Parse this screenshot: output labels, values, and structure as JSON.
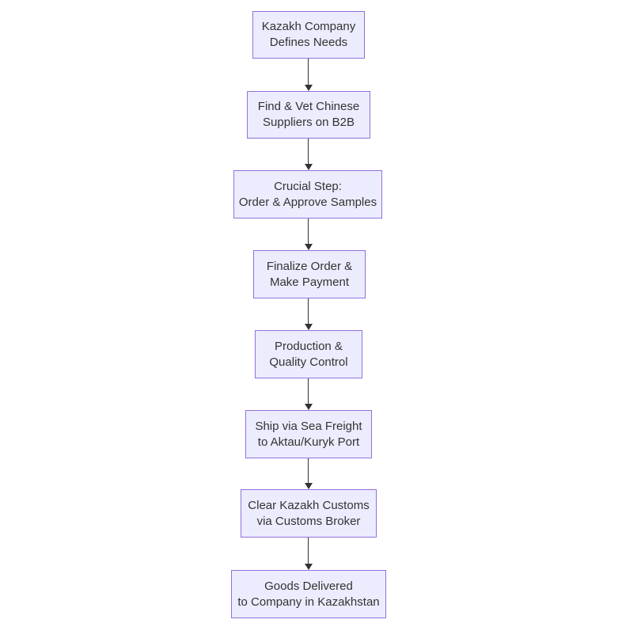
{
  "diagram": {
    "type": "flowchart",
    "direction": "top-down",
    "background_color": "#ffffff",
    "node_style": {
      "fill_color": "#ECECFF",
      "border_color": "#9370DB",
      "text_color": "#333333"
    },
    "edge_style": {
      "line_color": "#333333",
      "arrowhead": "filled-triangle-down"
    },
    "nodes": [
      {
        "lines": [
          "Kazakh Company",
          "Defines Needs"
        ]
      },
      {
        "lines": [
          "Find & Vet Chinese",
          "Suppliers on B2B"
        ]
      },
      {
        "lines": [
          "Crucial Step:",
          "Order & Approve Samples"
        ]
      },
      {
        "lines": [
          "Finalize Order &",
          "Make Payment"
        ]
      },
      {
        "lines": [
          "Production &",
          "Quality Control"
        ]
      },
      {
        "lines": [
          "Ship via Sea Freight",
          "to Aktau/Kuryk Port"
        ]
      },
      {
        "lines": [
          "Clear Kazakh Customs",
          "via Customs Broker"
        ]
      },
      {
        "lines": [
          "Goods Delivered",
          "to Company in Kazakhstan"
        ]
      }
    ],
    "edges": [
      {
        "from": 0,
        "to": 1
      },
      {
        "from": 1,
        "to": 2
      },
      {
        "from": 2,
        "to": 3
      },
      {
        "from": 3,
        "to": 4
      },
      {
        "from": 4,
        "to": 5
      },
      {
        "from": 5,
        "to": 6
      },
      {
        "from": 6,
        "to": 7
      }
    ]
  }
}
